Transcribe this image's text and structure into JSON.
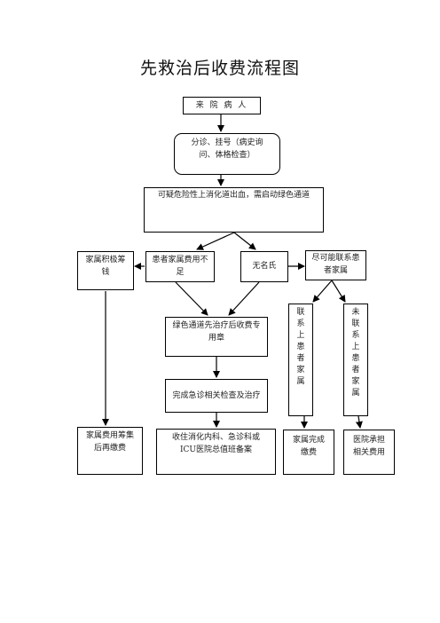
{
  "title": "先救治后收费流程图",
  "nodes": {
    "patient_arrival": "来 院 病 人",
    "triage": "分诊、挂号（病史询问、体格检查）",
    "green_channel": "可疑危险性上消化道出血，需启动绿色通道",
    "family_raise": "家属积极筹钱",
    "insufficient_funds": "患者家属费用不足",
    "unknown_identity": "无名氏",
    "contact_family": "尽可能联系患者家属",
    "treat_first": "绿色通道先治疗后收费专用章",
    "emergency_exam": "完成急诊相关检查及治疗",
    "contacted": "联系上患者家属",
    "not_contacted": "未联系上患者家属",
    "pay_later": "家属费用筹集后再缴费",
    "admit_icu": "收住消化内科、急诊科或ICU医院总值班备案",
    "family_pays": "家属完成缴费",
    "hospital_covers": "医院承担相关费用"
  }
}
